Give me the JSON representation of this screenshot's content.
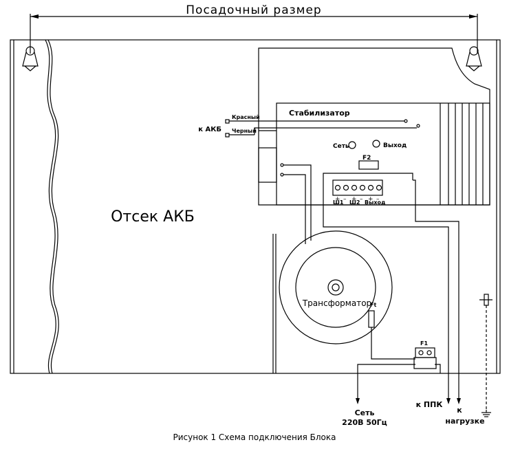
{
  "dimension_label": "Посадочный размер",
  "battery_compartment": "Отсек АКБ",
  "to_battery": "к АКБ",
  "wire_red": "Красный",
  "wire_black": "Черный",
  "stabilizer": "Стабилизатор",
  "led_network": "Сеть",
  "led_output": "Выход",
  "fuse_f2": "F2",
  "terminal_labels": [
    "Ш1",
    "Ш2",
    "Выход"
  ],
  "terminal_sign_plus": "+",
  "terminal_sign_minus": "–",
  "transformer": "Трансформатор",
  "thermal_fuse": "Ft",
  "fuse_f1": "F1",
  "mains_line1": "Сеть",
  "mains_line2": "220В 50Гц",
  "to_ppk": "к ППК",
  "to_load_line1": "к",
  "to_load_line2": "нагрузке",
  "caption": "Рисунок 1 Схема подключения Блока"
}
